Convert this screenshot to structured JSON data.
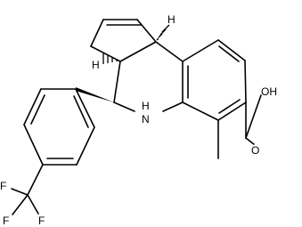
{
  "molecule": {
    "labels": {
      "nh": "H",
      "n": "N",
      "oh": "OH",
      "o": "O",
      "f1": "F",
      "f2": "F",
      "f3": "F",
      "h_stereo_top": "H",
      "h_stereo_mid": "H"
    }
  },
  "colors": {
    "ink": "#000000",
    "background": "#ffffff"
  }
}
